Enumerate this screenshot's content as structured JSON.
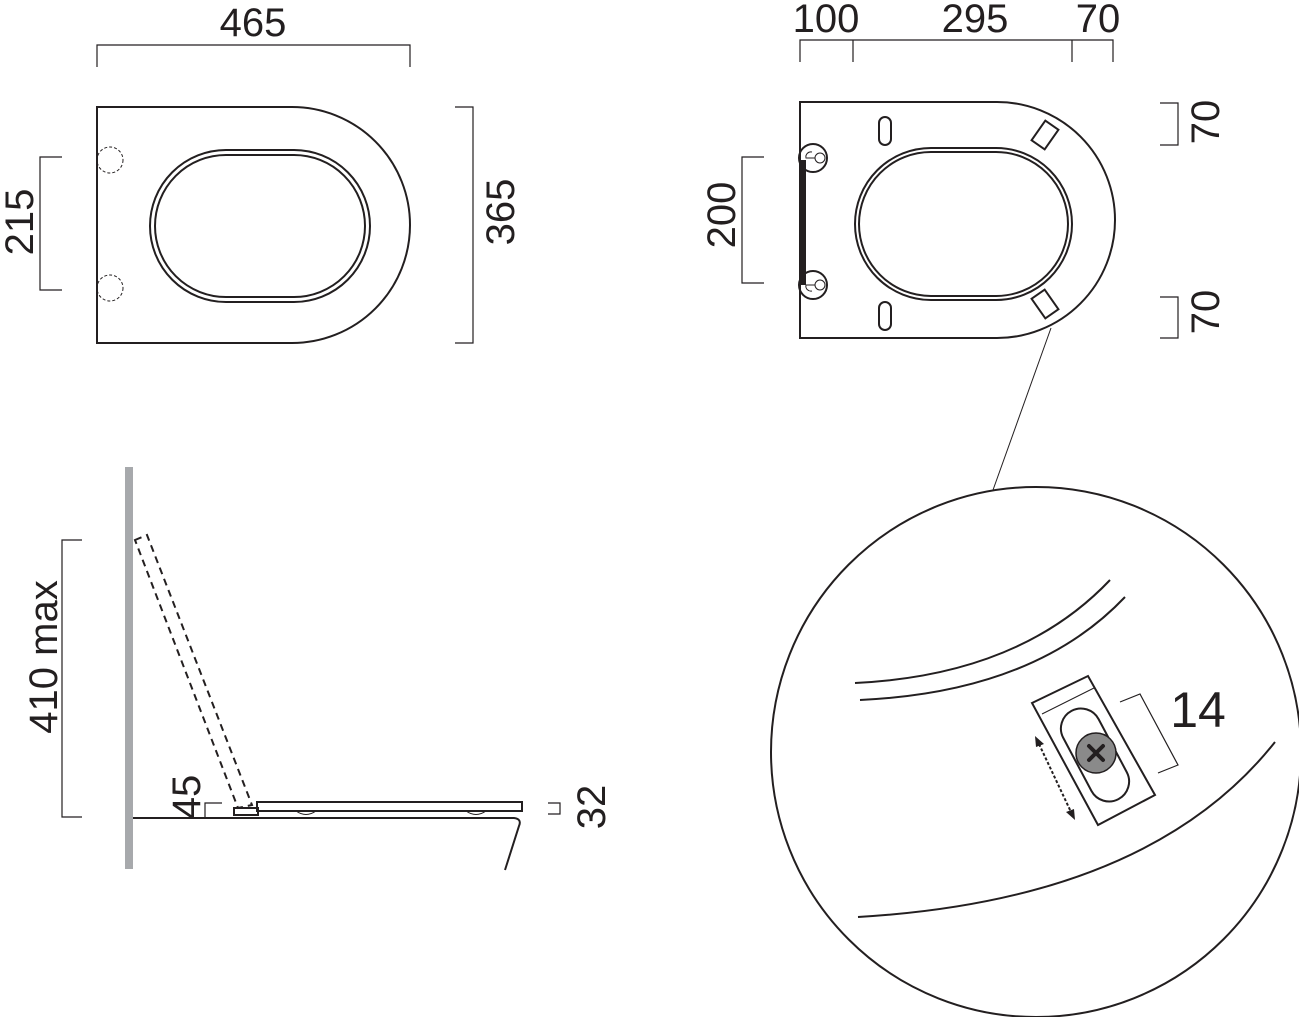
{
  "top_view": {
    "width_label": "465",
    "hinge_spacing_label": "215",
    "depth_label": "365"
  },
  "bottom_view": {
    "dim_a_label": "100",
    "dim_b_label": "295",
    "dim_c_label": "70",
    "hinge_spacing_label": "200",
    "bumper_top_label": "70",
    "bumper_bottom_label": "70"
  },
  "side_view": {
    "height_label": "410 max",
    "hinge_height_label": "45",
    "seat_thickness_label": "32"
  },
  "detail_view": {
    "slot_label": "14"
  },
  "colors": {
    "line": "#231f20",
    "wall": "#a7a9ac",
    "screw": "#8a8a8a"
  }
}
